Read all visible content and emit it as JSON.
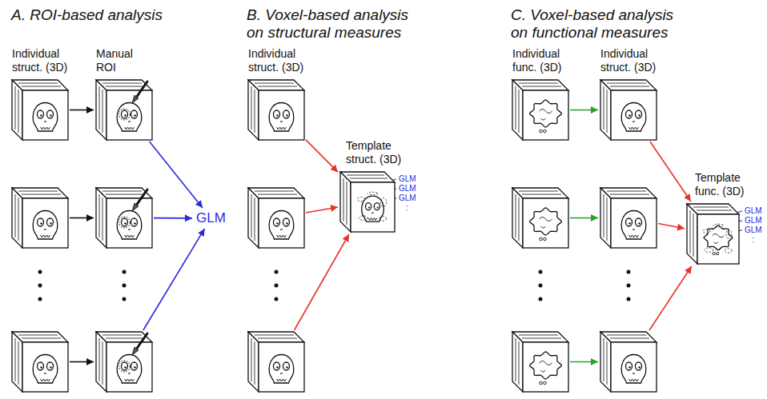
{
  "diagram": {
    "nodes": [
      {
        "text": [
          "Individual struct. (3D)"
        ]
      },
      {
        "text": [
          "Manual ROI"
        ]
      },
      {
        "text": []
      },
      {
        "text": []
      },
      {
        "text": []
      },
      {
        "text": []
      },
      {
        "text": [
          "GLM"
        ]
      },
      {
        "text": [
          "Individual struct. (3D)"
        ]
      },
      {
        "text": []
      },
      {
        "text": []
      },
      {
        "text": [
          "Template struct. (3D)"
        ]
      },
      {
        "text": [
          "Individual func. (3D)"
        ]
      },
      {
        "text": [
          "Individual struct. (3D)"
        ]
      },
      {
        "text": []
      },
      {
        "text": []
      },
      {
        "text": []
      },
      {
        "text": []
      },
      {
        "text": [
          "Template func. (3D)"
        ]
      }
    ],
    "edges": [
      {
        "from": 0,
        "to": 1,
        "arrow": "to"
      },
      {
        "from": 2,
        "to": 3,
        "arrow": "to"
      },
      {
        "from": 4,
        "to": 5,
        "arrow": "to"
      },
      {
        "from": 1,
        "to": 6,
        "arrow": "to"
      },
      {
        "from": 3,
        "to": 6,
        "arrow": "to"
      },
      {
        "from": 5,
        "to": 6,
        "arrow": "to"
      },
      {
        "from": 7,
        "to": 10,
        "arrow": "to"
      },
      {
        "from": 8,
        "to": 10,
        "arrow": "to"
      },
      {
        "from": 9,
        "to": 10,
        "arrow": "to"
      },
      {
        "from": 11,
        "to": 12,
        "arrow": "to"
      },
      {
        "from": 13,
        "to": 14,
        "arrow": "to"
      },
      {
        "from": 15,
        "to": 16,
        "arrow": "to"
      },
      {
        "from": 12,
        "to": 17,
        "arrow": "to"
      },
      {
        "from": 14,
        "to": 17,
        "arrow": "to"
      },
      {
        "from": 16,
        "to": 17,
        "arrow": "to"
      }
    ],
    "labels": [
      "A. ROI-based analysis",
      "B. Voxel-based analysis on structural measures",
      "C. Voxel-based analysis on functional measures",
      "GLM",
      "GLM",
      "GLM",
      ":",
      "GLM",
      "GLM",
      "GLM",
      ":"
    ]
  }
}
